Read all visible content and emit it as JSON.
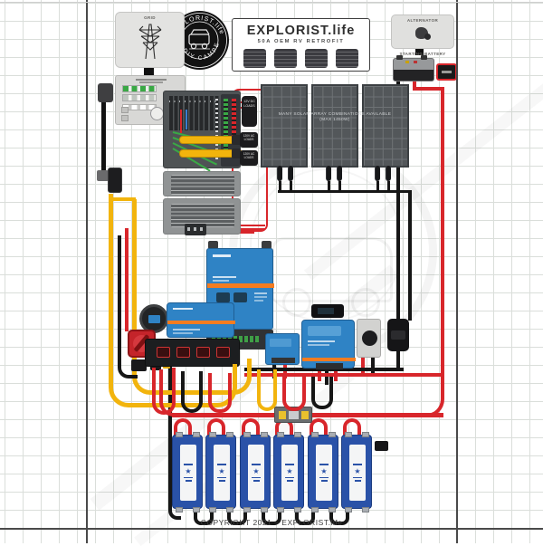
{
  "poster": {
    "brand": "EXPLORIST.life",
    "subtitle": "50A OEM RV RETROFIT",
    "copyright": "COPYRIGHT 2021 – EXPLORIST.life",
    "logo_ring_top": "EXPLORIST.life",
    "logo_ring_bottom": "DIY CAMPERS"
  },
  "components": {
    "grid_label": "GRID",
    "alternator_label": "ALTERNATOR",
    "starting_battery_label": "STARTING BATTERY",
    "solar_caption_line1": "MANY SOLAR ARRAY COMBINATIONS AVAILABLE",
    "solar_caption_line2": "(MAX 1450W)",
    "dc_loads_label": "12V DC LOADS",
    "ac_loads_label_1": "120V AC LOADS",
    "ac_loads_label_2": "120V AC LOADS",
    "battery_count": 6
  },
  "colors": {
    "wire_red": "#d8262b",
    "wire_black": "#161616",
    "wire_yellow": "#f2b40d",
    "victron_blue": "#2f83c5",
    "victron_orange": "#f47c20",
    "battery_blue": "#2a52a8",
    "solar_panel": "#53575a"
  }
}
